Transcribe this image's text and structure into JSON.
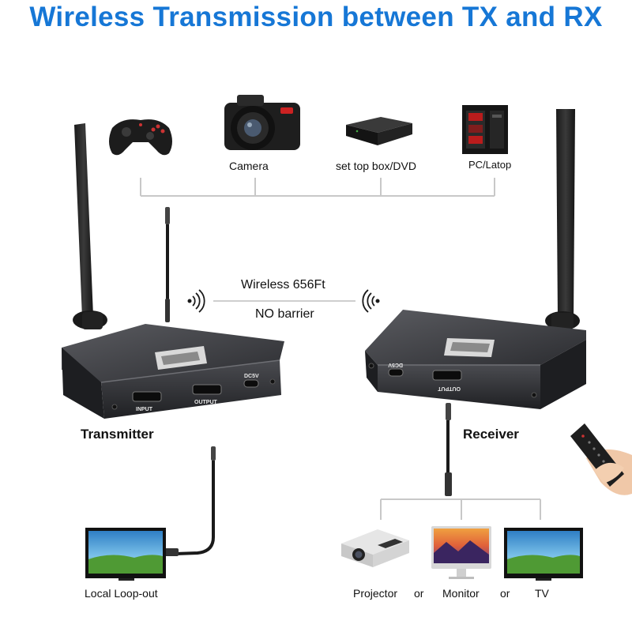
{
  "title": "Wireless Transmission between TX and RX",
  "colors": {
    "title": "#1677d6",
    "device_body": "#2b2c30",
    "line": "#c8c8c8",
    "screen_sky": "#3f9bd6",
    "screen_field": "#5fa83a"
  },
  "sources": {
    "gamepad_label": "",
    "camera_label": "Camera",
    "settop_label": "set top box/DVD",
    "pc_label": "PC/Latop"
  },
  "wireless": {
    "range": "Wireless 656Ft",
    "barrier": "NO barrier"
  },
  "transmitter": {
    "label": "Transmitter",
    "port_input": "INPUT",
    "port_output": "OUTPUT",
    "port_dc": "DC5V"
  },
  "receiver": {
    "label": "Receiver",
    "port_output": "OUTPUT",
    "port_dc": "DC5V"
  },
  "loopout": {
    "label": "Local Loop-out"
  },
  "outputs": {
    "projector": "Projector",
    "or1": "or",
    "monitor": "Monitor",
    "or2": "or",
    "tv": "TV"
  }
}
